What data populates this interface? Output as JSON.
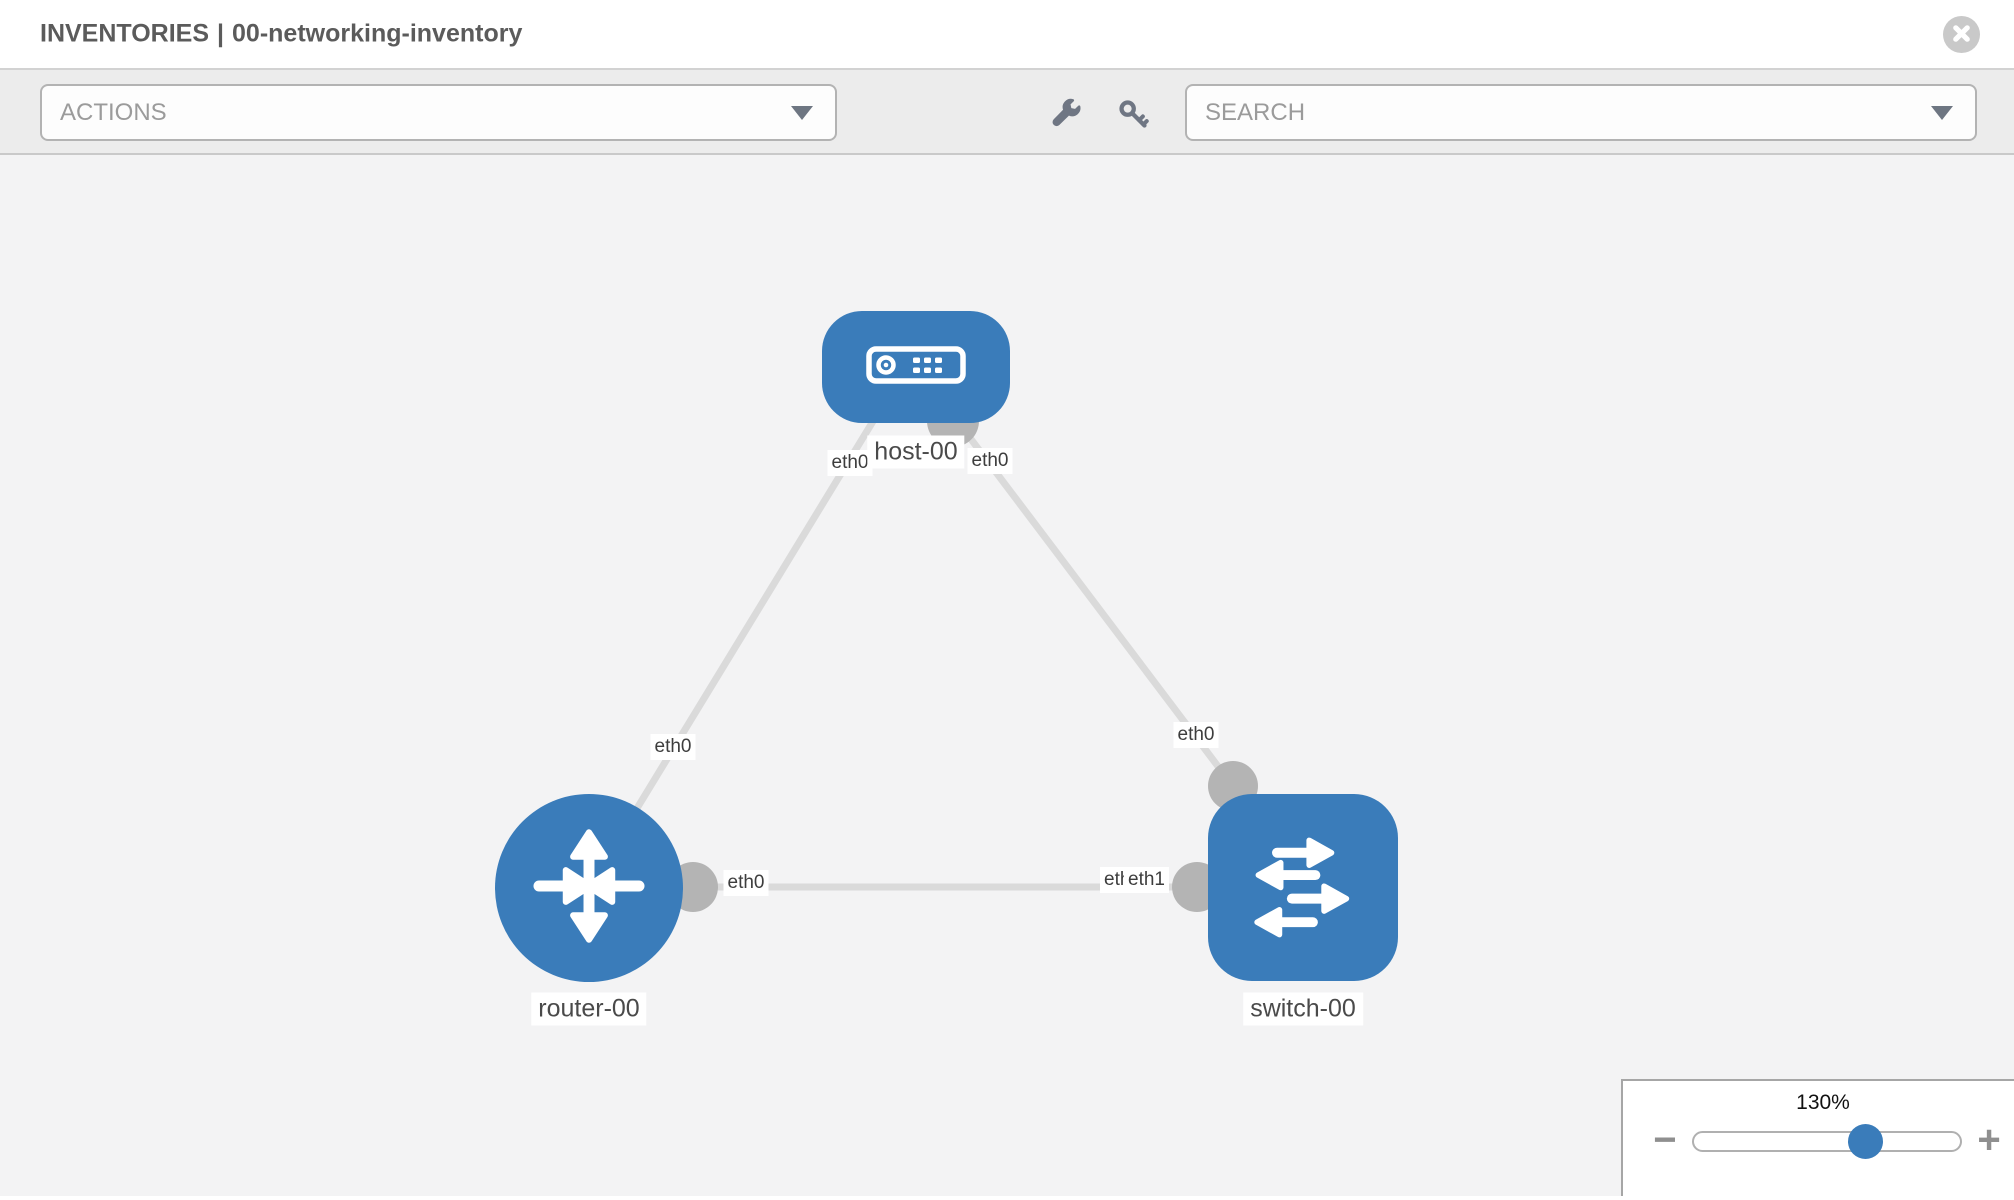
{
  "window": {
    "title_section": "INVENTORIES",
    "title_separator": "|",
    "title_name": "00-networking-inventory"
  },
  "toolbar": {
    "actions_label": "ACTIONS",
    "search_label": "SEARCH",
    "tool_icons": [
      "wrench-icon",
      "key-icon"
    ]
  },
  "topology": {
    "nodes": [
      {
        "id": "host-00",
        "type": "host",
        "label": "host-00"
      },
      {
        "id": "router-00",
        "type": "router",
        "label": "router-00"
      },
      {
        "id": "switch-00",
        "type": "switch",
        "label": "switch-00"
      }
    ],
    "links": [
      {
        "from": "host-00",
        "to": "router-00",
        "from_interface": "eth0",
        "to_interface": "eth0"
      },
      {
        "from": "host-00",
        "to": "switch-00",
        "from_interface": "eth0",
        "to_interface": "eth0"
      },
      {
        "from": "router-00",
        "to": "switch-00",
        "from_interface": "eth0",
        "to_interface": "eth1",
        "occluded_label": "eth0"
      }
    ]
  },
  "zoom_control": {
    "level": "130%",
    "zoom_out_label": "−",
    "zoom_in_label": "+"
  },
  "colors": {
    "node_blue": "#3a7cba",
    "link_gray": "#dadada",
    "dot_gray": "#b4b4b4",
    "canvas_bg": "#f3f3f4",
    "toolbar_bg": "#ececec"
  }
}
